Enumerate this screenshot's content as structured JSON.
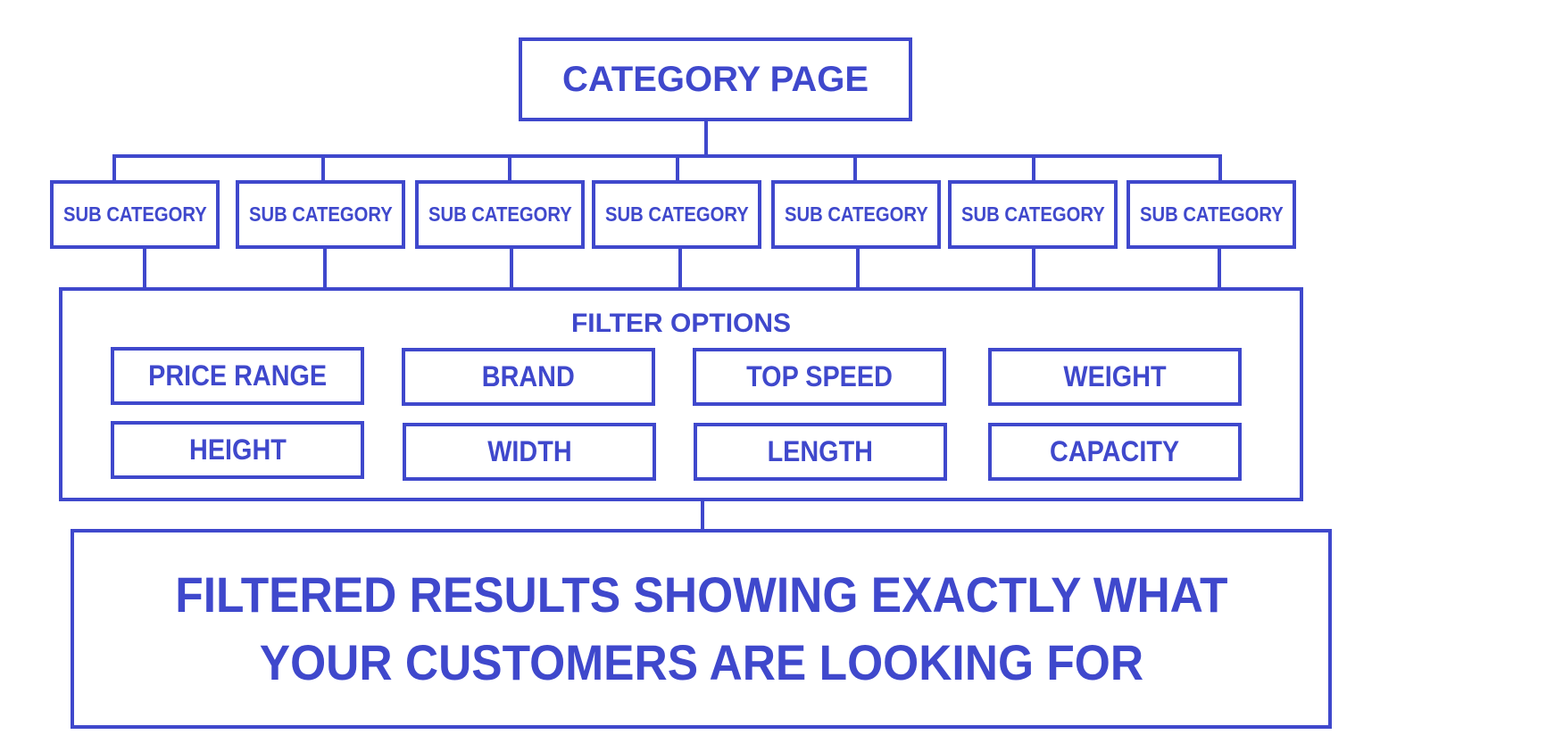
{
  "category": {
    "title": "CATEGORY PAGE"
  },
  "sub_categories": [
    "SUB CATEGORY",
    "SUB CATEGORY",
    "SUB CATEGORY",
    "SUB CATEGORY",
    "SUB CATEGORY",
    "SUB CATEGORY",
    "SUB CATEGORY"
  ],
  "filters": {
    "title": "FILTER OPTIONS",
    "options": [
      "PRICE RANGE",
      "BRAND",
      "TOP SPEED",
      "WEIGHT",
      "HEIGHT",
      "WIDTH",
      "LENGTH",
      "CAPACITY"
    ]
  },
  "result": {
    "line1": "FILTERED RESULTS SHOWING EXACTLY WHAT",
    "line2": "YOUR CUSTOMERS ARE LOOKING FOR"
  },
  "colors": {
    "accent": "#3f48cc",
    "background": "#ffffff"
  }
}
